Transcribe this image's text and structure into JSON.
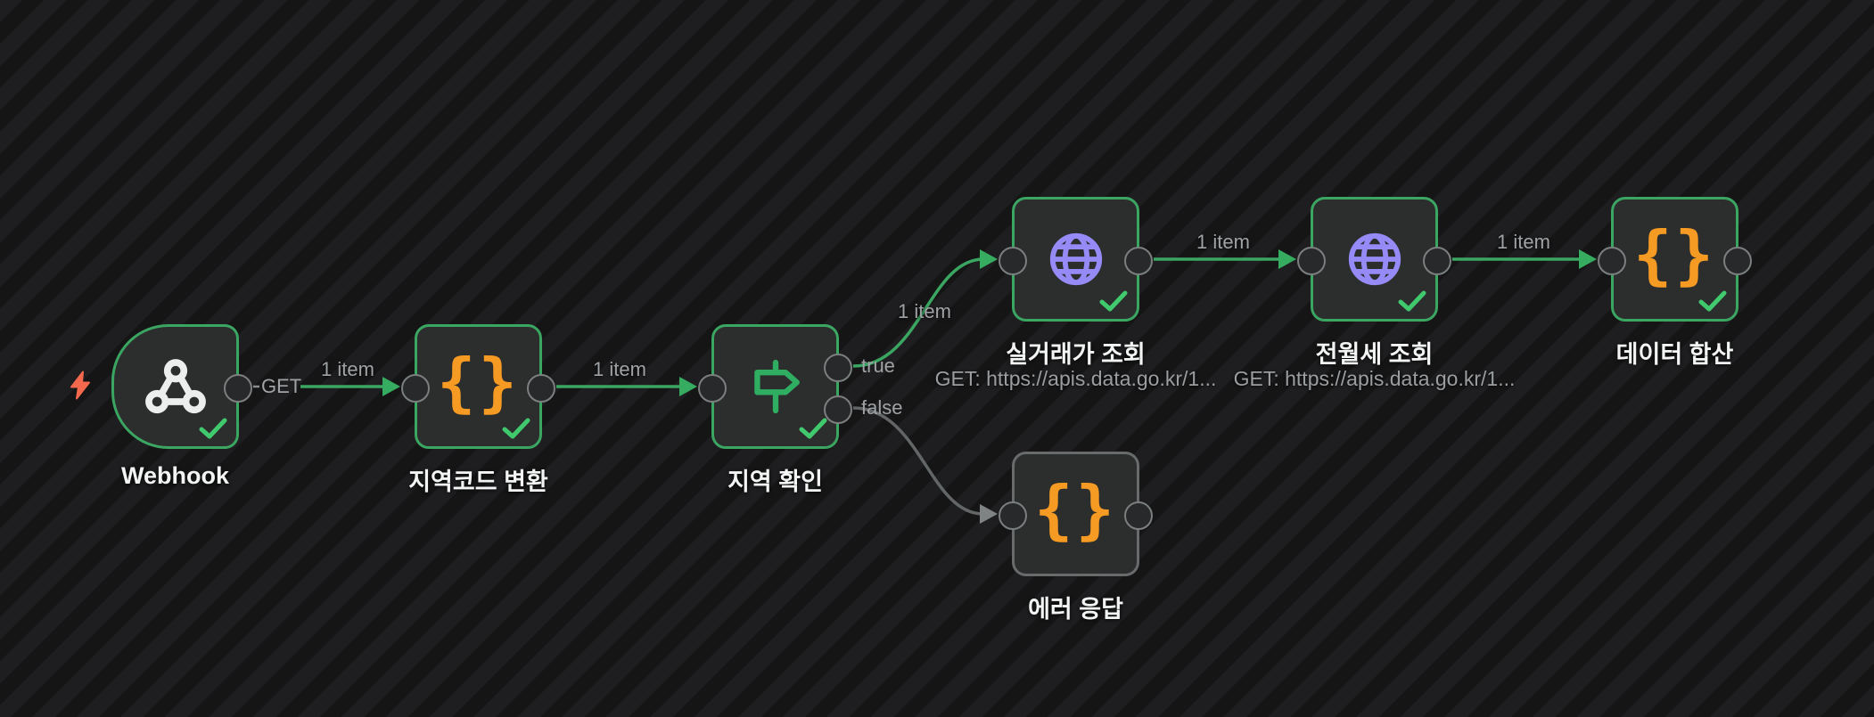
{
  "workflow": {
    "nodes": [
      {
        "label": "Webhook",
        "type": "webhook-trigger",
        "icon": "webhook-icon",
        "status": "success",
        "output_port_label": "GET"
      },
      {
        "label": "지역코드 변환",
        "type": "code",
        "icon": "code-braces-icon",
        "status": "success",
        "icon_glyph": "{}"
      },
      {
        "label": "지역 확인",
        "type": "if",
        "icon": "signpost-icon",
        "status": "success",
        "output_labels": {
          "true": "true",
          "false": "false"
        }
      },
      {
        "label": "실거래가 조회",
        "type": "http-request",
        "icon": "globe-icon",
        "status": "success",
        "subtitle": "GET: https://apis.data.go.kr/1..."
      },
      {
        "label": "전월세 조회",
        "type": "http-request",
        "icon": "globe-icon",
        "status": "success",
        "subtitle": "GET: https://apis.data.go.kr/1..."
      },
      {
        "label": "데이터 합산",
        "type": "code",
        "icon": "code-braces-icon",
        "status": "success",
        "icon_glyph": "{}"
      },
      {
        "label": "에러 응답",
        "type": "code",
        "icon": "code-braces-icon",
        "status": "idle",
        "icon_glyph": "{}"
      }
    ],
    "connections": [
      {
        "from": "Webhook",
        "to": "지역코드 변환",
        "label": "1 item"
      },
      {
        "from": "지역코드 변환",
        "to": "지역 확인",
        "label": "1 item"
      },
      {
        "from": "지역 확인 (true)",
        "to": "실거래가 조회",
        "label": "1 item"
      },
      {
        "from": "지역 확인 (false)",
        "to": "에러 응답",
        "label": ""
      },
      {
        "from": "실거래가 조회",
        "to": "전월세 조회",
        "label": "1 item"
      },
      {
        "from": "전월세 조회",
        "to": "데이터 합산",
        "label": "1 item"
      }
    ],
    "indicators": {
      "trigger_bolt": "lightning-bolt-icon"
    },
    "colors": {
      "accent_green": "#3ba562",
      "check_green": "#41c96e",
      "code_orange": "#f59a23",
      "http_purple": "#968af7",
      "trigger_coral": "#f4694e",
      "idle_gray": "#686b6c",
      "label_gray": "#a0a3a5",
      "node_bg": "#2c2d2d"
    }
  }
}
